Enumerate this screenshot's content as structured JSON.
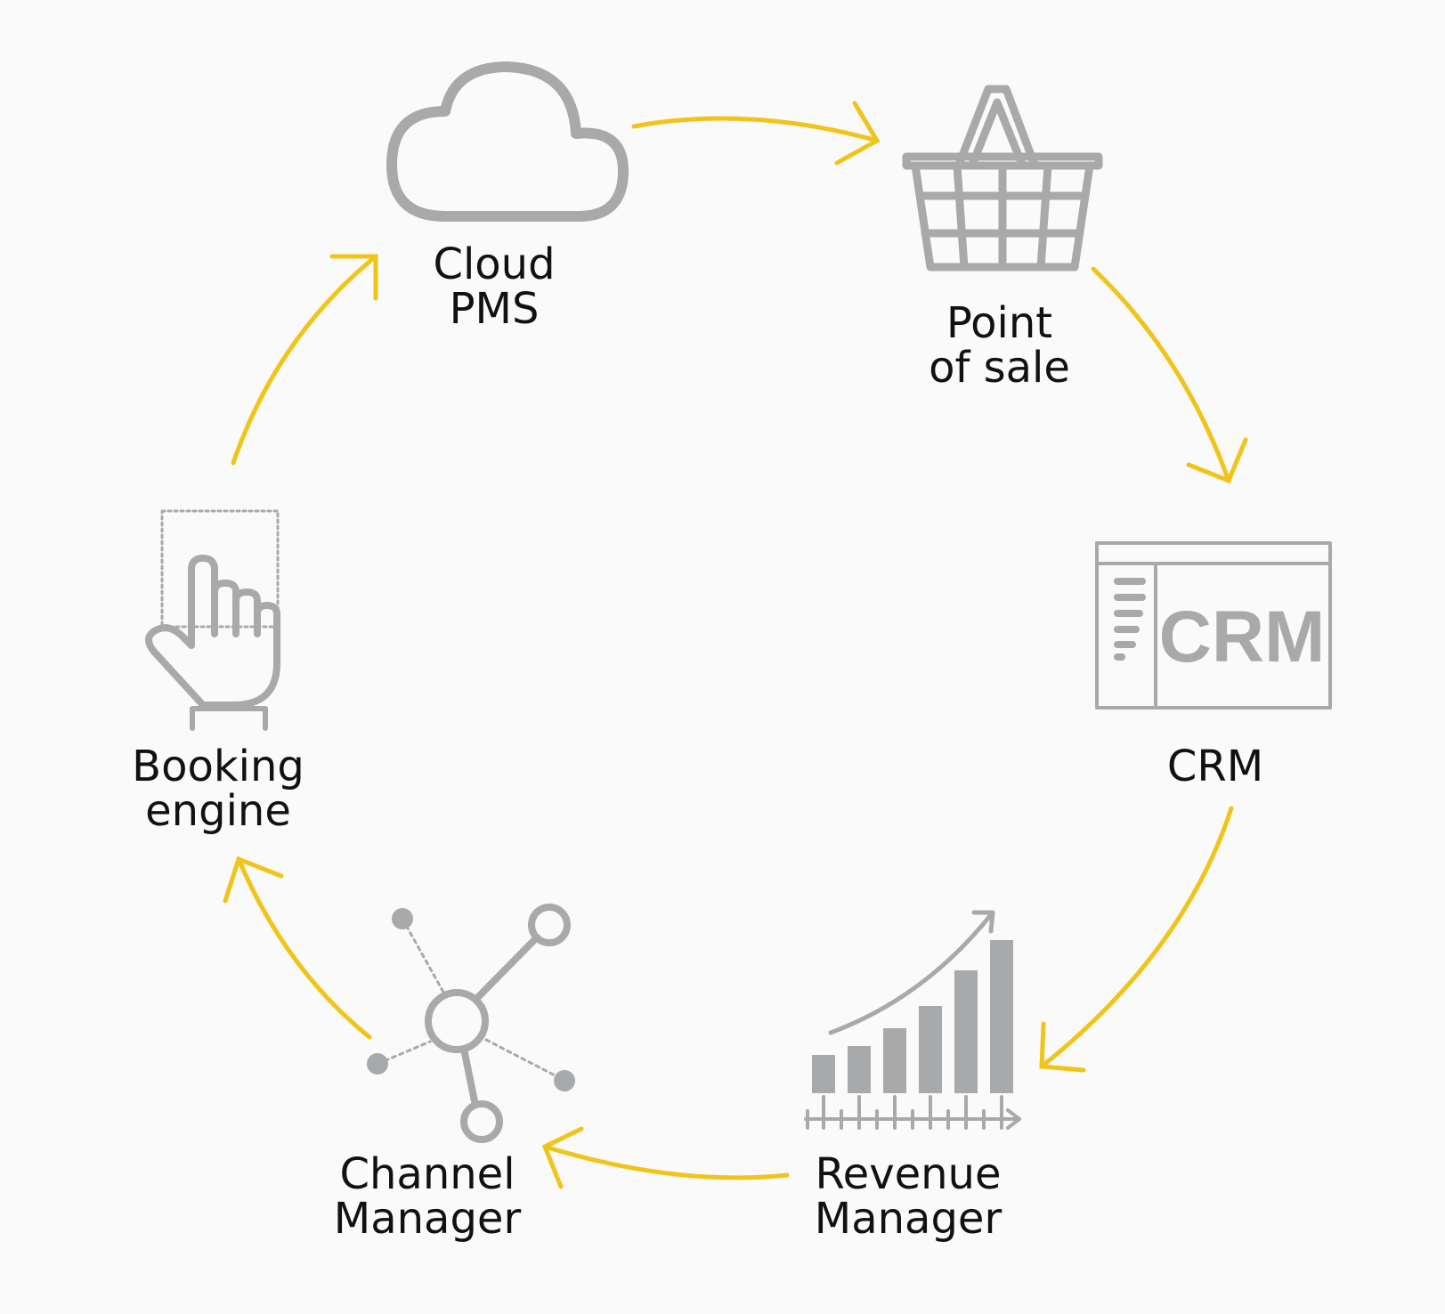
{
  "nodes": {
    "cloud_pms": {
      "line1": "Cloud",
      "line2": "PMS",
      "icon": "cloud-icon"
    },
    "point_of_sale": {
      "line1": "Point",
      "line2": "of sale",
      "icon": "shopping-basket-icon"
    },
    "crm": {
      "line1": "CRM",
      "icon": "crm-window-icon",
      "icon_text": "CRM"
    },
    "revenue_manager": {
      "line1": "Revenue",
      "line2": "Manager",
      "icon": "bar-chart-growth-icon"
    },
    "channel_manager": {
      "line1": "Channel",
      "line2": "Manager",
      "icon": "network-nodes-icon"
    },
    "booking_engine": {
      "line1": "Booking",
      "line2": "engine",
      "icon": "pointing-hand-icon"
    }
  },
  "colors": {
    "arrow": "#f0c419",
    "icon": "#a7a9ab",
    "text": "#111111",
    "background": "#fafafa"
  }
}
